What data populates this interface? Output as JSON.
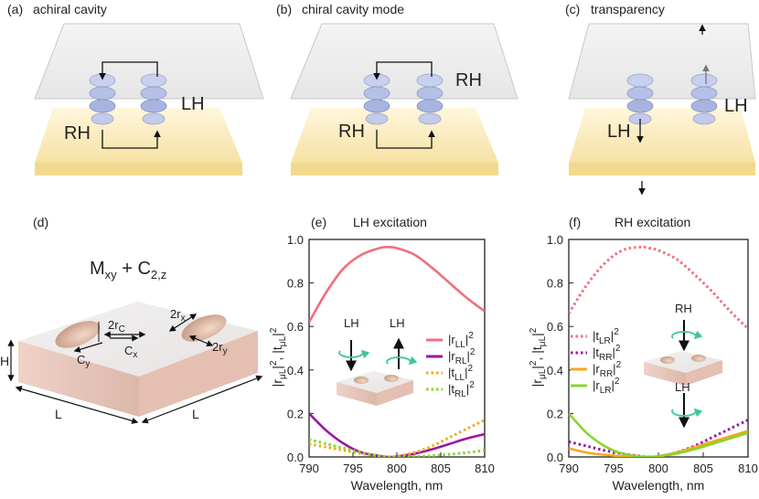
{
  "panels": {
    "a": {
      "label": "(a)",
      "title": "achiral cavity",
      "left_hand": "RH",
      "right_hand": "LH"
    },
    "b": {
      "label": "(b)",
      "title": "chiral cavity mode",
      "left_hand": "RH",
      "right_hand": "RH"
    },
    "c": {
      "label": "(c)",
      "title": "transparency",
      "left_hand": "LH",
      "right_hand": "LH"
    },
    "d": {
      "label": "(d)",
      "symmetry": "M",
      "symmetry_sub": "xy",
      "symmetry_plus": " + C",
      "symmetry_sub2": "2,z",
      "r_c": "2r",
      "r_c_sub": "C",
      "r_x": "2r",
      "r_x_sub": "x",
      "r_y": "2r",
      "r_y_sub": "y",
      "c_x": "C",
      "c_x_sub": "x",
      "c_y": "C",
      "c_y_sub": "y",
      "height": "H",
      "length_1": "L",
      "length_2": "L"
    },
    "e": {
      "label": "(e)",
      "title": "LH excitation",
      "inset_left": "LH",
      "inset_right": "LH"
    },
    "f": {
      "label": "(f)",
      "title": "RH excitation",
      "inset_top": "RH",
      "inset_bottom": "LH"
    }
  },
  "colors": {
    "pink": "#f06f7f",
    "purple": "#9a16a4",
    "orange": "#f5a81e",
    "green": "#86d62c",
    "plate": "#fbeec3",
    "block": "#e8c9c0"
  },
  "chart_data": [
    {
      "type": "line",
      "panel": "e",
      "title": "LH excitation",
      "xlabel": "Wavelength, nm",
      "ylabel": "|r_μL|², |t_μL|²",
      "xlim": [
        790,
        810
      ],
      "ylim": [
        0,
        1.0
      ],
      "xticks": [
        "790",
        "795",
        "800",
        "805",
        "810"
      ],
      "yticks": [
        "0.0",
        "0.2",
        "0.4",
        "0.6",
        "0.8",
        "1.0"
      ],
      "x": [
        790,
        792,
        794,
        796,
        798,
        799,
        800,
        802,
        804,
        806,
        808,
        810
      ],
      "series": [
        {
          "name": "|r_LL|²",
          "style": "solid",
          "color": "#f06f7f",
          "values": [
            0.62,
            0.76,
            0.87,
            0.93,
            0.96,
            0.965,
            0.96,
            0.93,
            0.87,
            0.8,
            0.73,
            0.67
          ]
        },
        {
          "name": "|r_RL|²",
          "style": "solid",
          "color": "#9a16a4",
          "values": [
            0.2,
            0.12,
            0.06,
            0.02,
            0.005,
            0.0,
            0.002,
            0.015,
            0.035,
            0.06,
            0.085,
            0.105
          ]
        },
        {
          "name": "|t_LL|²",
          "style": "dotted",
          "color": "#f5a81e",
          "values": [
            0.06,
            0.045,
            0.03,
            0.015,
            0.004,
            0.0,
            0.003,
            0.02,
            0.05,
            0.09,
            0.13,
            0.17
          ]
        },
        {
          "name": "|t_RL|²",
          "style": "dotted",
          "color": "#86d62c",
          "values": [
            0.08,
            0.06,
            0.04,
            0.02,
            0.005,
            0.0,
            0.0,
            0.002,
            0.006,
            0.012,
            0.02,
            0.03
          ]
        }
      ]
    },
    {
      "type": "line",
      "panel": "f",
      "title": "RH excitation",
      "xlabel": "Wavelength, nm",
      "ylabel": "|r_μL|², |t_μL|²",
      "xlim": [
        790,
        810
      ],
      "ylim": [
        0,
        1.0
      ],
      "xticks": [
        "790",
        "795",
        "800",
        "805",
        "810"
      ],
      "yticks": [
        "0.0",
        "0.2",
        "0.4",
        "0.6",
        "0.8",
        "1.0"
      ],
      "x": [
        790,
        792,
        794,
        796,
        798,
        799,
        800,
        802,
        804,
        806,
        808,
        810
      ],
      "series": [
        {
          "name": "|t_LR|²",
          "style": "dotted",
          "color": "#f06f7f",
          "values": [
            0.66,
            0.79,
            0.89,
            0.95,
            0.965,
            0.96,
            0.95,
            0.91,
            0.84,
            0.76,
            0.67,
            0.59
          ]
        },
        {
          "name": "|t_RR|²",
          "style": "dotted",
          "color": "#9a16a4",
          "values": [
            0.07,
            0.05,
            0.03,
            0.015,
            0.003,
            0.0,
            0.002,
            0.02,
            0.05,
            0.09,
            0.13,
            0.17
          ]
        },
        {
          "name": "|r_RR|²",
          "style": "solid",
          "color": "#f5a81e",
          "values": [
            0.04,
            0.02,
            0.01,
            0.003,
            0.0,
            0.0,
            0.004,
            0.02,
            0.045,
            0.07,
            0.095,
            0.12
          ]
        },
        {
          "name": "|r_LR|²",
          "style": "solid",
          "color": "#86d62c",
          "values": [
            0.2,
            0.11,
            0.05,
            0.015,
            0.002,
            0.0,
            0.003,
            0.015,
            0.035,
            0.06,
            0.085,
            0.11
          ]
        }
      ]
    }
  ]
}
